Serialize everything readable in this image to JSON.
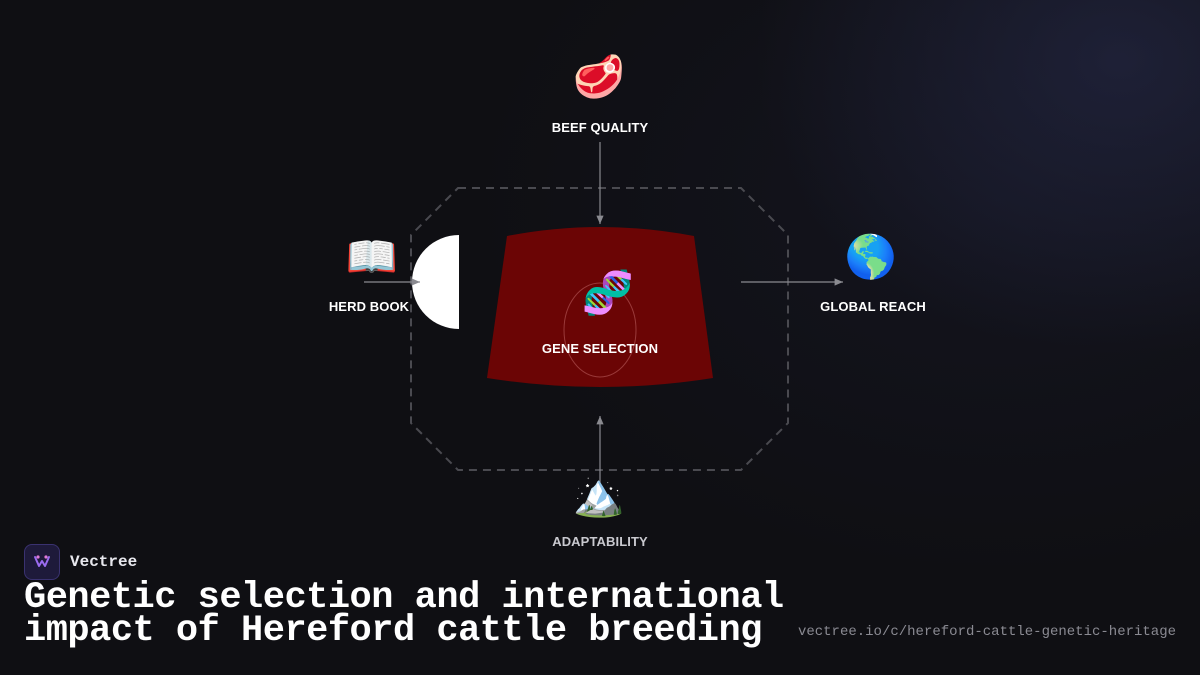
{
  "diagram": {
    "center": {
      "label": "GENE SELECTION",
      "icon": "dna-icon",
      "glyph": "🧬"
    },
    "nodes": {
      "top": {
        "label": "BEEF QUALITY",
        "icon": "meat-icon",
        "glyph": "🥩"
      },
      "left": {
        "label": "HERD BOOK",
        "icon": "open-book-icon",
        "glyph": "📖"
      },
      "right": {
        "label": "GLOBAL REACH",
        "icon": "globe-icon",
        "glyph": "🌎"
      },
      "bottom": {
        "label": "ADAPTABILITY",
        "icon": "mountain-icon",
        "glyph": "🏔️"
      }
    },
    "colors": {
      "center_fill": "#6b0505",
      "octagon_stroke": "#4a4a50",
      "arrow": "#8a8a90",
      "half_disc": "#ffffff"
    }
  },
  "brand": {
    "name": "Vectree"
  },
  "headline": "Genetic selection and international impact of Hereford cattle breeding",
  "url": "vectree.io/c/hereford-cattle-genetic-heritage"
}
